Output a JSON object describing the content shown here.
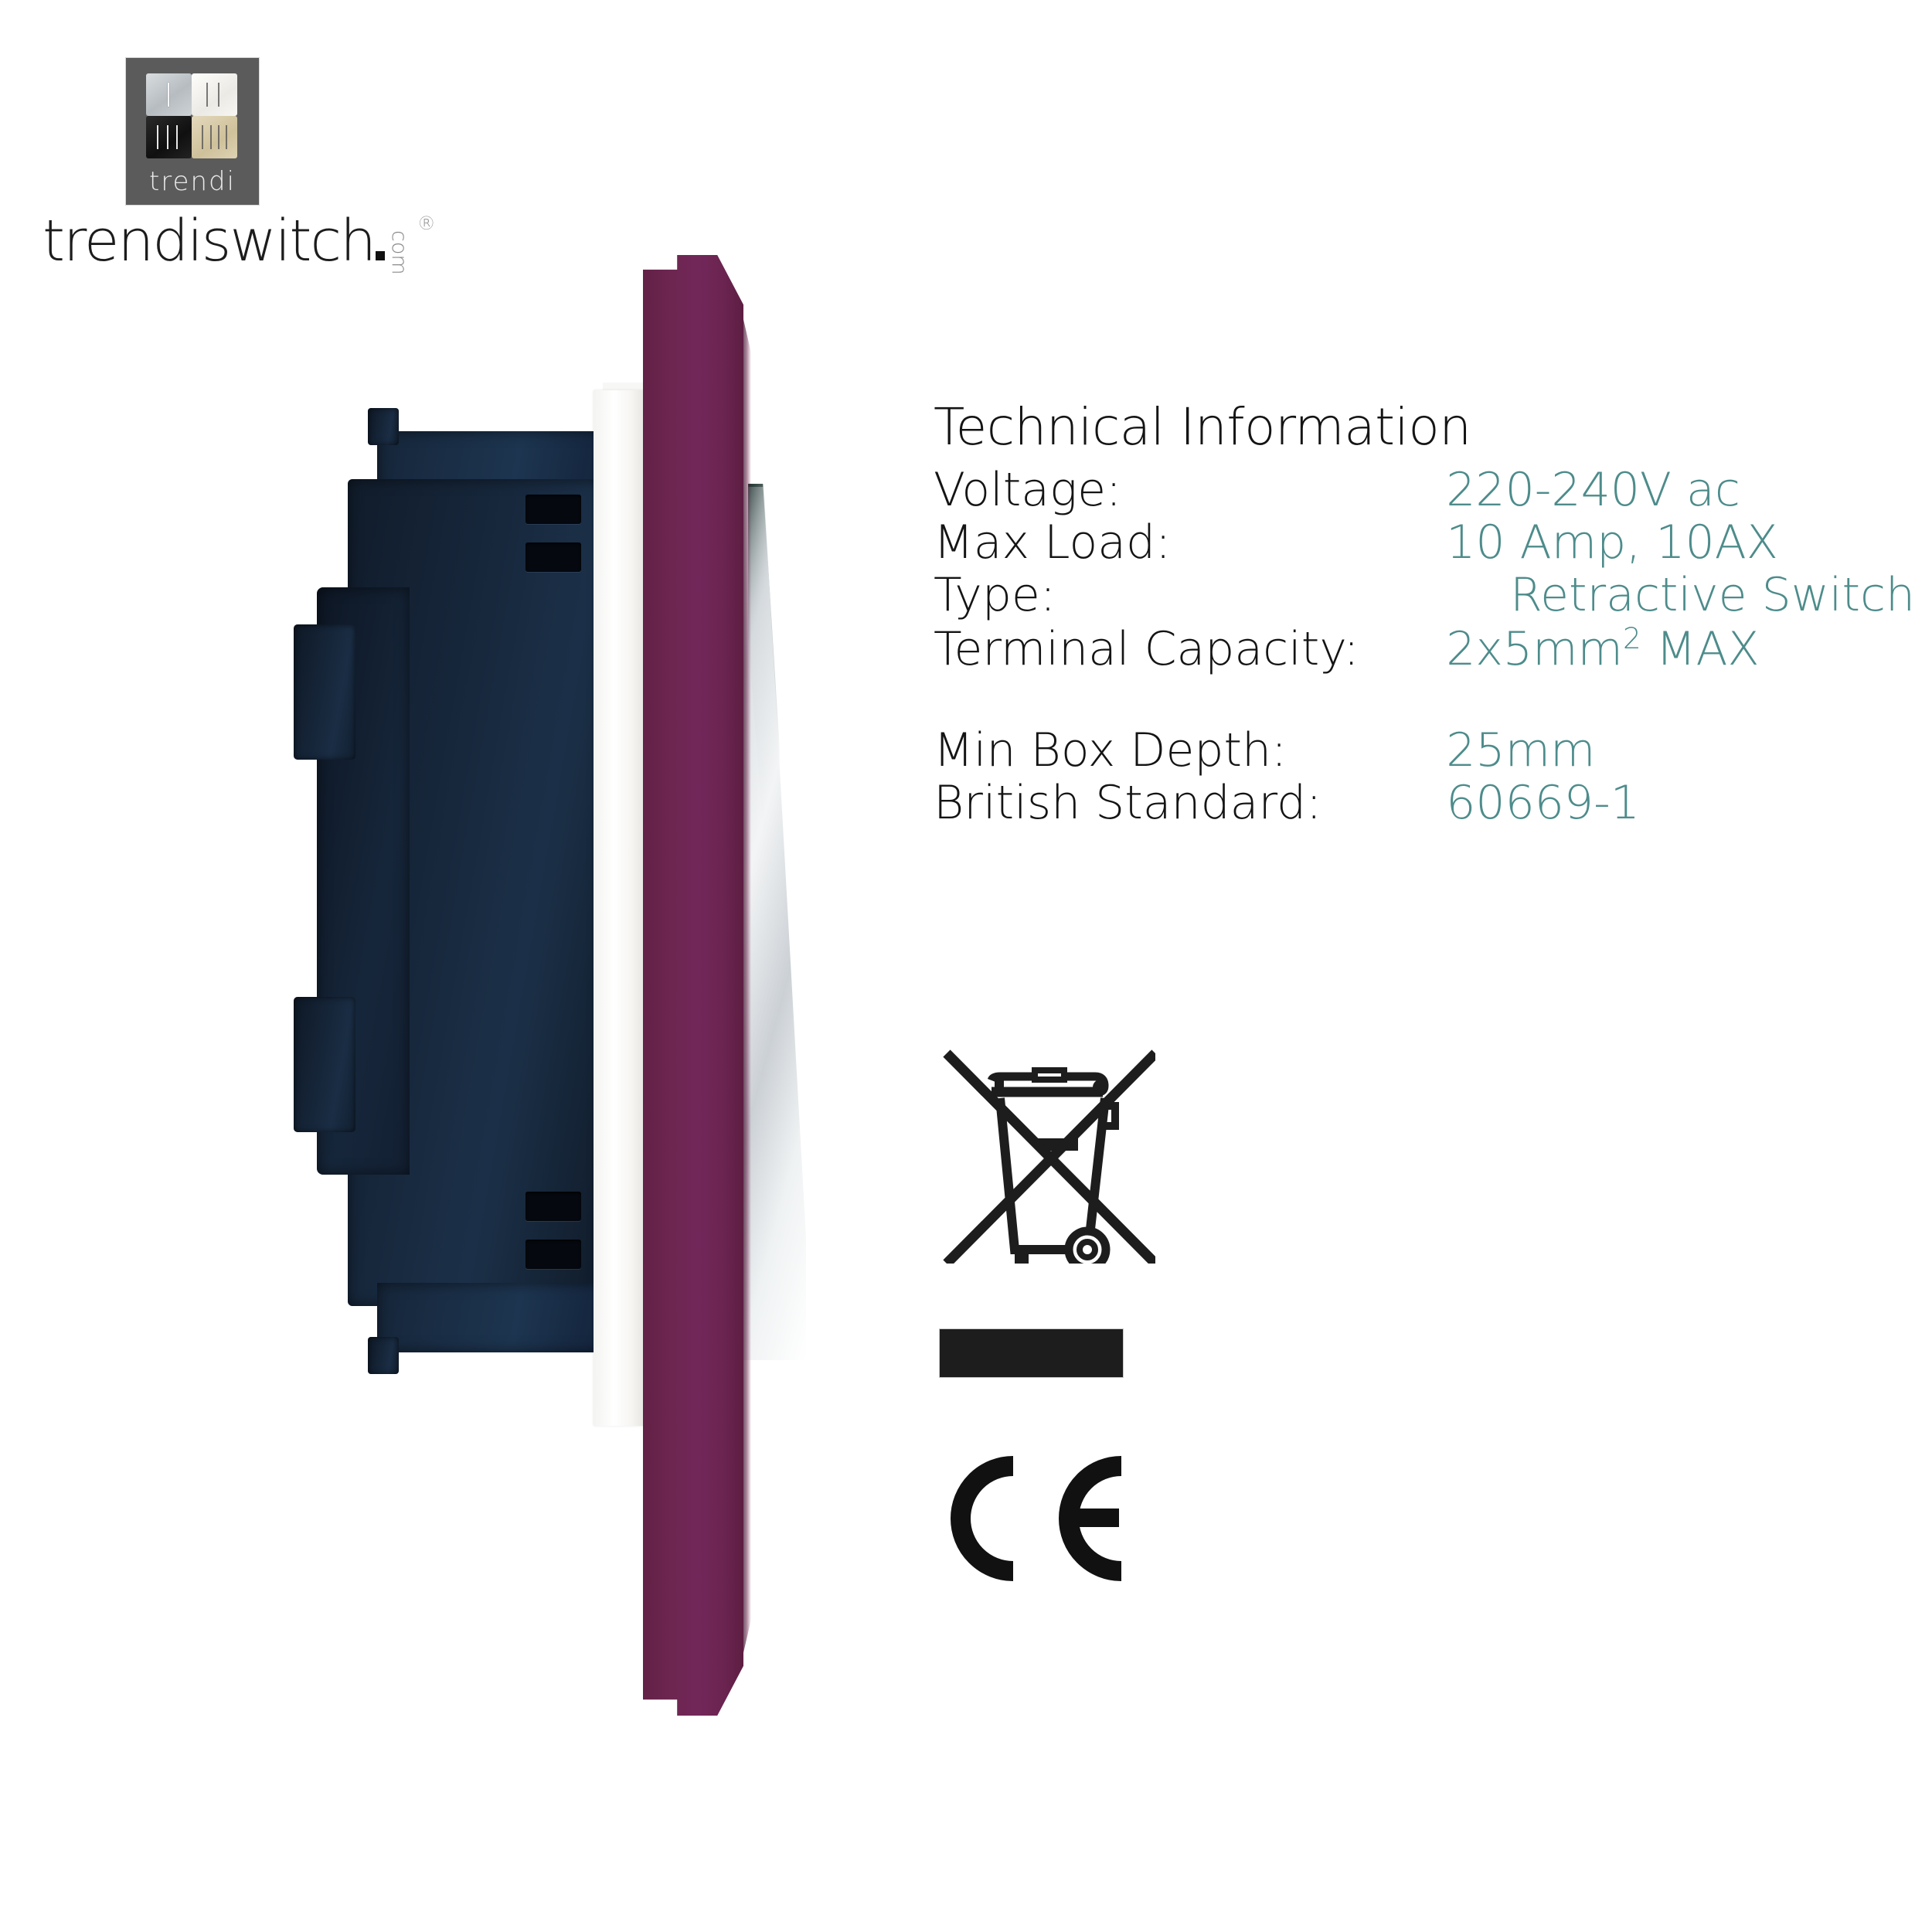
{
  "brand": {
    "logo_tile_name": "trendi-logo-tile",
    "logo_word": "trendi",
    "site_word": "trendiswitch",
    "site_dot": ".",
    "site_com": "com",
    "site_reg": "®",
    "tile_colors": {
      "silver": "#c5cacd",
      "white": "#f4f2ee",
      "black": "#1a1a1a",
      "gold": "#d6c89f",
      "tile_bg": "#5b5b5b"
    }
  },
  "product": {
    "name": "retractive-light-switch-side-profile",
    "faceplate_color": "#6b2450",
    "backbox_color": "#16263a",
    "mounting_plate_color": "#f6f5f2",
    "finish": "Plum"
  },
  "tech": {
    "title": "Technical Information",
    "accent_color": "#4d8c8b",
    "label_color": "#141414",
    "rows": [
      {
        "label": "Voltage:",
        "value": "220-240V ac"
      },
      {
        "label": "Max Load:",
        "value": "10 Amp, 10AX"
      },
      {
        "label": "Type:",
        "value": "Retractive Switch"
      },
      {
        "label": "Terminal Capacity:",
        "value_prefix": "2x5mm",
        "value_sup": "2",
        "value_suffix": " MAX"
      }
    ],
    "rows2": [
      {
        "label": "Min Box Depth:",
        "value": "25mm"
      },
      {
        "label": "British Standard:",
        "value": "60669-1"
      }
    ]
  },
  "symbols": {
    "weee": "weee-crossed-out-wheelie-bin-icon",
    "black_bar": "weee-black-bar-icon",
    "ce": "ce-mark-icon",
    "color": "#1d1d1d"
  }
}
